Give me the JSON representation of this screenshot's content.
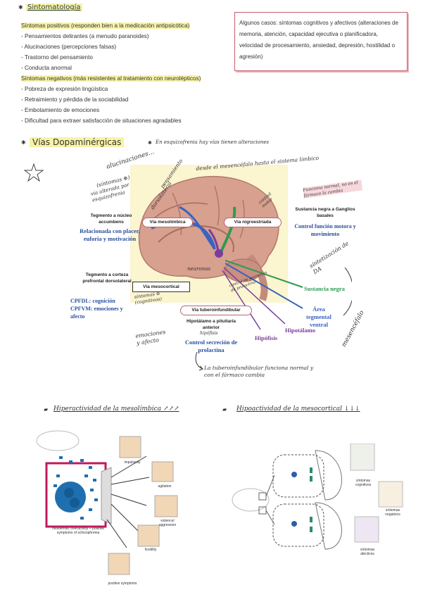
{
  "header": {
    "title": "Sintomatología"
  },
  "positive": {
    "heading": "Síntomas positivos (responden bien a la medicación antipsicótica)",
    "items": [
      "- Pensamientos delirantes (a menudo paranoides)",
      "- Alucinaciones (percepciones falsas)",
      "- Trastorno del pensamiento",
      "- Conducta anormal"
    ]
  },
  "negative": {
    "heading": "Síntomas negativos (más resistentes al tratamiento con neurolépticos)",
    "items": [
      "- Pobreza de expresión lingüística",
      "- Retraimiento y pérdida de la sociabilidad",
      "- Embotamiento de emociones",
      "- Dificultad para extraer satisfacción de situaciones agradables"
    ]
  },
  "note_box": {
    "text": "Algunos casos: síntomas cognitivos y afectivos (alteraciones de memoria, atención, capacidad ejecutiva o planificadora, velocidad de procesamiento, ansiedad, depresión, hostilidad o agresión)"
  },
  "pathways": {
    "title": "Vías Dopaminérgicas",
    "note": "En esquizofrenia hay vías tienen alteraciones"
  },
  "diagram": {
    "annotations": {
      "alucinaciones": "alucinaciones...",
      "sintomas_pos": "(síntomas ⊕)",
      "via_alterada": "vía alterada por esquizofrenia",
      "pensamiento": "pensamiento",
      "dorsolateral": "dorsolateral",
      "desde": "desde el mesencéfalo hasta el sistema límbico",
      "funciona": "Funciona normal, no es el fármaco la cambia",
      "control_motor": "control motor",
      "sintetizacion": "síntetización de DA",
      "neuronas": "neuronas",
      "sintomas_neg": "síntomas ⊖ (cognitivos)",
      "control_secrecion": "control de secreción de prolactina",
      "emociones": "emociones y afecto",
      "mesencefalo": "mesencéfalo",
      "tubero_note": "La tuberoinfundibular funciona normal y con el fármaco cambia"
    },
    "labels": {
      "tegmento_nucleo": "Tegmento a núcleo accumbens",
      "relacionada": "Relacionada con placer, euforia y motivación",
      "tegmento_corteza": "Tegmento a corteza prefrontal dorsolateral",
      "cpfdl": "CPFDL: cognición CPFVM: emociones y afecto",
      "sustancia_ganglios": "Sustancia negra a Ganglios basales",
      "control_funcion": "Control función motora y movimiento",
      "hipotalamo_pit": "Hipotálamo a pituitaria anterior",
      "hipofisis_small": "hipófisis",
      "control_prolactina": "Control secreción de prolactina",
      "via_mesolimbica": "Vía mesolímbica",
      "via_nigroestriada": "Vía nigroestriada",
      "via_mesocortical": "Vía mesocortical",
      "via_tubero": "Vía tuberoinfundibular",
      "sustancia_negra": "Sustancia negra",
      "area_tegmental": "Área tegmental ventral",
      "hipotalamo": "Hipotálamo",
      "hipofisis": "Hipófisis"
    }
  },
  "bottom_left": {
    "title": "Hiperactividad de la mesolímbica ↗↗↗",
    "caption": "mesolimbic overactivity = positive symptoms of schizophrenia",
    "items": [
      "impulsivity",
      "agitation",
      "violence/ aggression",
      "hostility",
      "positive symptoms"
    ]
  },
  "bottom_right": {
    "title": "Hipoactividad de la mesocortical ↓↓↓",
    "items": [
      "síntomas cognitivos",
      "síntomas negativos",
      "síntomas afectivos"
    ]
  },
  "colors": {
    "highlight_yellow": "#f7f3a6",
    "highlight_pink": "#f6d7dc",
    "pathway_blue": "#2b4f9e",
    "pathway_green": "#2f9a52",
    "pathway_purple": "#7a3d9b"
  }
}
